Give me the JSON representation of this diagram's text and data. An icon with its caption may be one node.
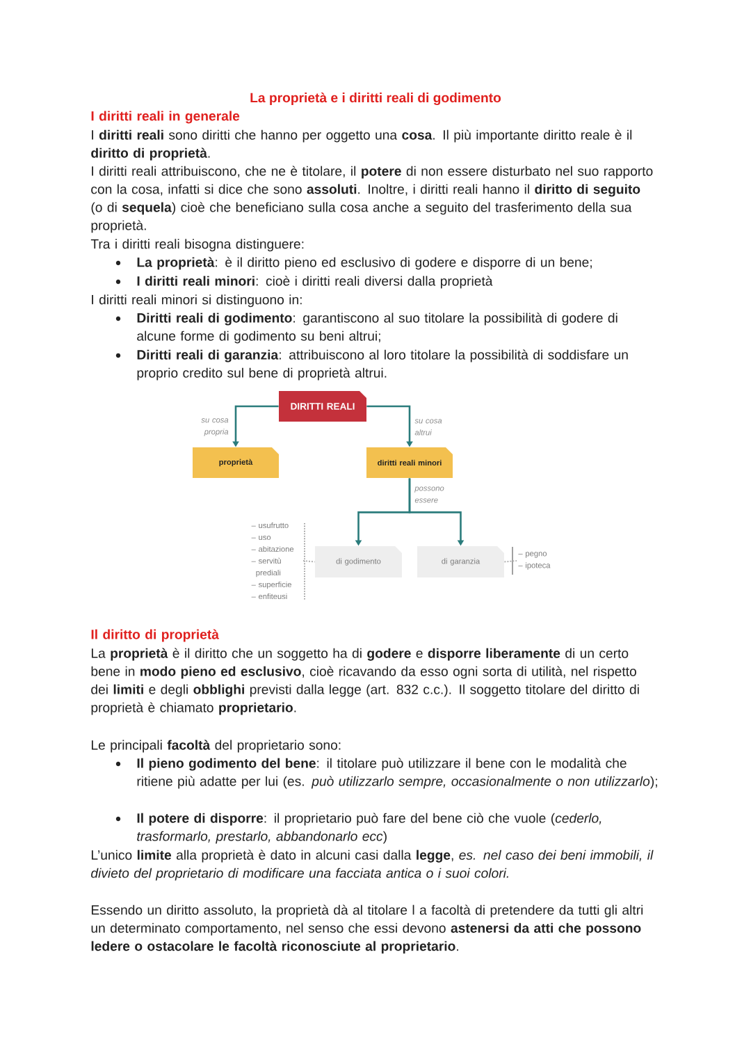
{
  "diagram": {
    "title": "La proprietà e i diritti reali di godimento",
    "nodes": [
      {
        "text": [
          "DIRITTI REALI"
        ]
      },
      {
        "text": [
          "proprietà"
        ]
      },
      {
        "text": [
          "diritti reali minori"
        ]
      },
      {
        "text": [
          "di godimento"
        ]
      },
      {
        "text": [
          "di garanzia"
        ]
      },
      {
        "text": [
          "– usufrutto",
          "– uso",
          "– abitazione",
          "– servitù prediali",
          "– superficie",
          "– enfiteusi"
        ]
      },
      {
        "text": [
          "– pegno",
          "– ipoteca"
        ]
      }
    ],
    "edges": [
      {
        "from": 0,
        "to": 1,
        "arrow": "to",
        "label": "su cosa propria"
      },
      {
        "from": 0,
        "to": 2,
        "arrow": "to",
        "label": "su cosa altrui"
      },
      {
        "from": 2,
        "to": 3,
        "arrow": "to",
        "label": "possono essere"
      },
      {
        "from": 2,
        "to": 4,
        "arrow": "to"
      },
      {
        "from": 5,
        "to": 3,
        "arrow": "none",
        "style": "dashed",
        "color": "#b0b0b0"
      },
      {
        "from": 4,
        "to": 6,
        "arrow": "none",
        "style": "dashed",
        "color": "#b0b0b0"
      }
    ],
    "labels": [
      "I diritti reali in generale",
      "I **diritti reali** sono diritti che hanno per oggetto una **cosa**. Il più importante diritto reale è il **diritto di proprietà**.",
      "I diritti reali attribuiscono, che ne è titolare, il **potere** di non essere disturbato nel suo rapporto con la cosa, infatti si dice che sono **assoluti**. Inoltre, i diritti reali hanno il **diritto di seguito** (o di **sequela**) cioè che beneficiano sulla cosa anche a seguito del trasferimento della sua proprietà.",
      "Tra i diritti reali bisogna distinguere:",
      "**La proprietà**: è il diritto pieno ed esclusivo di godere e disporre di un bene;",
      "**I diritti reali minori**: cioè i diritti reali diversi dalla proprietà",
      "I diritti reali minori si distinguono in:",
      "**Diritti reali di godimento**: garantiscono al suo titolare la possibilità di godere di alcune forme di godimento su beni altrui;",
      "**Diritti reali di garanzia**: attribuiscono al loro titolare la possibilità di soddisfare un proprio credito sul bene di proprietà altrui.",
      "Il diritto di proprietà",
      "La **proprietà** è il diritto che un soggetto ha di **godere** e **disporre liberamente** di un certo bene in **modo pieno ed esclusivo**, cioè ricavando da esso ogni sorta di utilità, nel rispetto dei **limiti** e degli **obblighi** previsti dalla legge (art. 832 c.c.). Il soggetto titolare del diritto di proprietà è chiamato **proprietario**.",
      "Le principali **facoltà** del proprietario sono:",
      "**Il pieno godimento del bene**: il titolare può utilizzare il bene con le modalità che ritiene più adatte per lui (es. *può utilizzarlo sempre, occasionalmente o non utilizzarlo*);",
      "**Il potere di disporre**: il proprietario può fare del bene ciò che vuole (*cederlo, trasformarlo, prestarlo, abbandonarlo ecc*)",
      "L’unico **limite** alla proprietà è dato in alcuni casi dalla **legge**, *es. nel caso dei beni immobili, il divieto del proprietario di modificare una facciata antica o i suoi colori.*",
      "Essendo un diritto assoluto, la proprietà dà al titolare l a facoltà di pretendere da tutti gli altri un determinato comportamento, nel senso che essi devono **astenersi da atti che possono ledere o ostacolare le facoltà riconosciute al proprietario**."
    ]
  }
}
